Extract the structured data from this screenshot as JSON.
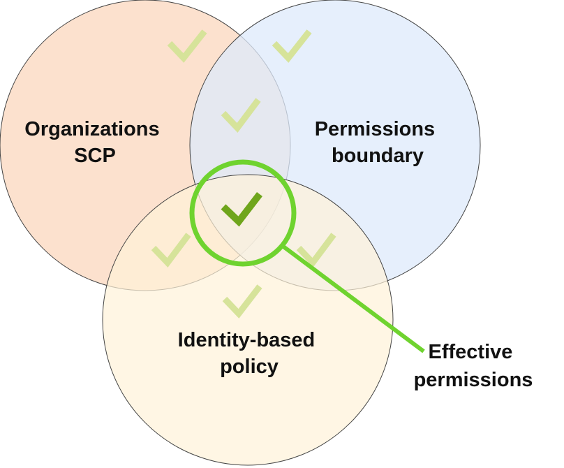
{
  "circles": [
    {
      "id": "organizations-scp",
      "line1": "Organizations",
      "line2": "SCP",
      "fill": "#fbd7bd"
    },
    {
      "id": "permissions-boundary",
      "line1": "Permissions",
      "line2": "boundary",
      "fill": "#dde9fb"
    },
    {
      "id": "identity-based-policy",
      "line1": "Identity-based",
      "line2": "policy",
      "fill": "#fff2d9"
    }
  ],
  "callout": {
    "line1": "Effective",
    "line2": "permissions",
    "color": "#6fd32f"
  },
  "colors": {
    "outline": "#444444",
    "check_faded": "#d6e39a",
    "check_strong": "#6fa51c",
    "highlight": "#6fd32f"
  },
  "icons": [
    "checkmark-icon"
  ]
}
